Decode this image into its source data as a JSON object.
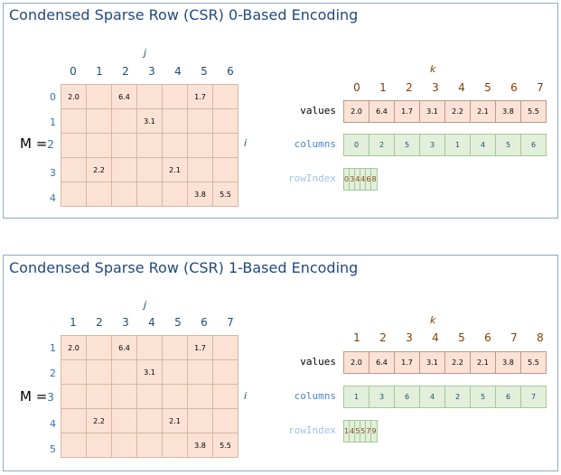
{
  "panels": [
    {
      "title": "Condensed Sparse Row (CSR) 0-Based Encoding",
      "j_label": "j",
      "i_label": "i",
      "k_label": "k",
      "m_label": "M =",
      "col_indices": [
        "0",
        "1",
        "2",
        "3",
        "4",
        "5",
        "6"
      ],
      "row_indices": [
        "0",
        "1",
        "2",
        "3",
        "4"
      ],
      "m_row_index": "2",
      "matrix": [
        [
          "2.0",
          "",
          "6.4",
          "",
          "",
          "1.7",
          ""
        ],
        [
          "",
          "",
          "",
          "3.1",
          "",
          "",
          ""
        ],
        [
          "",
          "",
          "",
          "",
          "",
          "",
          ""
        ],
        [
          "",
          "2.2",
          "",
          "",
          "2.1",
          "",
          ""
        ],
        [
          "",
          "",
          "",
          "",
          "",
          "3.8",
          "5.5"
        ]
      ],
      "k_indices": [
        "0",
        "1",
        "2",
        "3",
        "4",
        "5",
        "6",
        "7"
      ],
      "values_name": "values",
      "values": [
        "2.0",
        "6.4",
        "1.7",
        "3.1",
        "2.2",
        "2.1",
        "3.8",
        "5.5"
      ],
      "columns_name": "columns",
      "columns": [
        "0",
        "2",
        "5",
        "3",
        "1",
        "4",
        "5",
        "6"
      ],
      "rowindex_name": "rowIndex",
      "rowindex": [
        "0",
        "3",
        "4",
        "4",
        "6",
        "8"
      ]
    },
    {
      "title": "Condensed Sparse Row (CSR) 1-Based Encoding",
      "j_label": "j",
      "i_label": "i",
      "k_label": "k",
      "m_label": "M =",
      "col_indices": [
        "1",
        "2",
        "3",
        "4",
        "5",
        "6",
        "7"
      ],
      "row_indices": [
        "1",
        "2",
        "3",
        "4",
        "5"
      ],
      "m_row_index": "3",
      "matrix": [
        [
          "2.0",
          "",
          "6.4",
          "",
          "",
          "1.7",
          ""
        ],
        [
          "",
          "",
          "",
          "3.1",
          "",
          "",
          ""
        ],
        [
          "",
          "",
          "",
          "",
          "",
          "",
          ""
        ],
        [
          "",
          "2.2",
          "",
          "",
          "2.1",
          "",
          ""
        ],
        [
          "",
          "",
          "",
          "",
          "",
          "3.8",
          "5.5"
        ]
      ],
      "k_indices": [
        "1",
        "2",
        "3",
        "4",
        "5",
        "6",
        "7",
        "8"
      ],
      "values_name": "values",
      "values": [
        "2.0",
        "6.4",
        "1.7",
        "3.1",
        "2.2",
        "2.1",
        "3.8",
        "5.5"
      ],
      "columns_name": "columns",
      "columns": [
        "1",
        "3",
        "6",
        "4",
        "2",
        "5",
        "6",
        "7"
      ],
      "rowindex_name": "rowIndex",
      "rowindex": [
        "1",
        "4",
        "5",
        "5",
        "7",
        "9"
      ]
    }
  ]
}
